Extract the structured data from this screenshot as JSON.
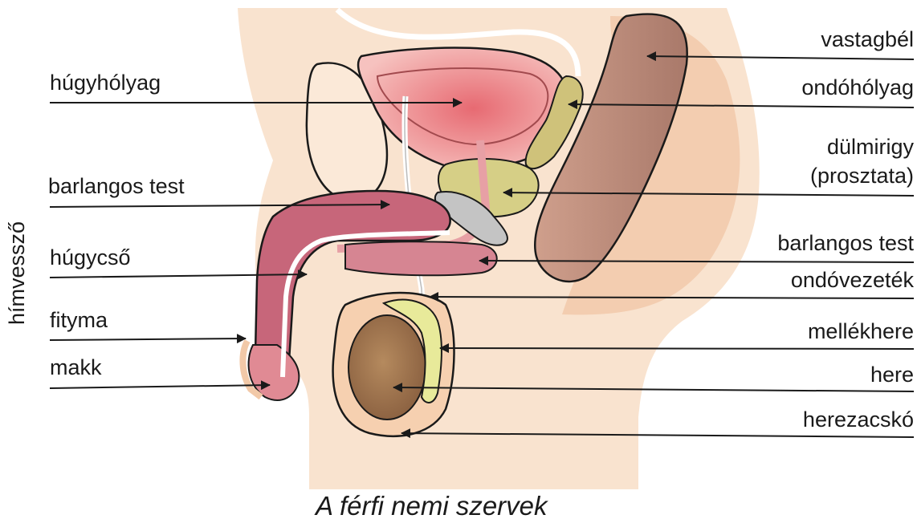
{
  "caption": "A férfi nemi szervek",
  "side_label": "hímvessző",
  "labels_left": [
    {
      "id": "hugyholyag",
      "text": "húgyhólyag"
    },
    {
      "id": "barlangos-test-1",
      "text": "barlangos test"
    },
    {
      "id": "hugycso",
      "text": "húgycső"
    },
    {
      "id": "fityma",
      "text": "fityma"
    },
    {
      "id": "makk",
      "text": "makk"
    }
  ],
  "labels_right": [
    {
      "id": "vastagbel",
      "text": "vastagbél"
    },
    {
      "id": "ondoholyag",
      "text": "ondóhólyag"
    },
    {
      "id": "dulmirigy",
      "text": "dülmirigy"
    },
    {
      "id": "prosztata",
      "text": "(prosztata)"
    },
    {
      "id": "barlangos-test-2",
      "text": "barlangos test"
    },
    {
      "id": "ondovezetek",
      "text": "ondóvezeték"
    },
    {
      "id": "mellekhere",
      "text": "mellékhere"
    },
    {
      "id": "here",
      "text": "here"
    },
    {
      "id": "herezacsko",
      "text": "herezacskó"
    }
  ],
  "colors": {
    "skin": "#f7d9c0",
    "skin_dark": "#eebf9c",
    "bladder": "#f2a6a8",
    "colon": "#b88c7a",
    "seminal": "#cfc27a",
    "prostate": "#d6cf86",
    "testis": "#a57a52",
    "epididymis": "#e8ea9a",
    "corpus": "#c7667a",
    "bone": "#f6e4d2",
    "line": "#1a1a1a"
  }
}
